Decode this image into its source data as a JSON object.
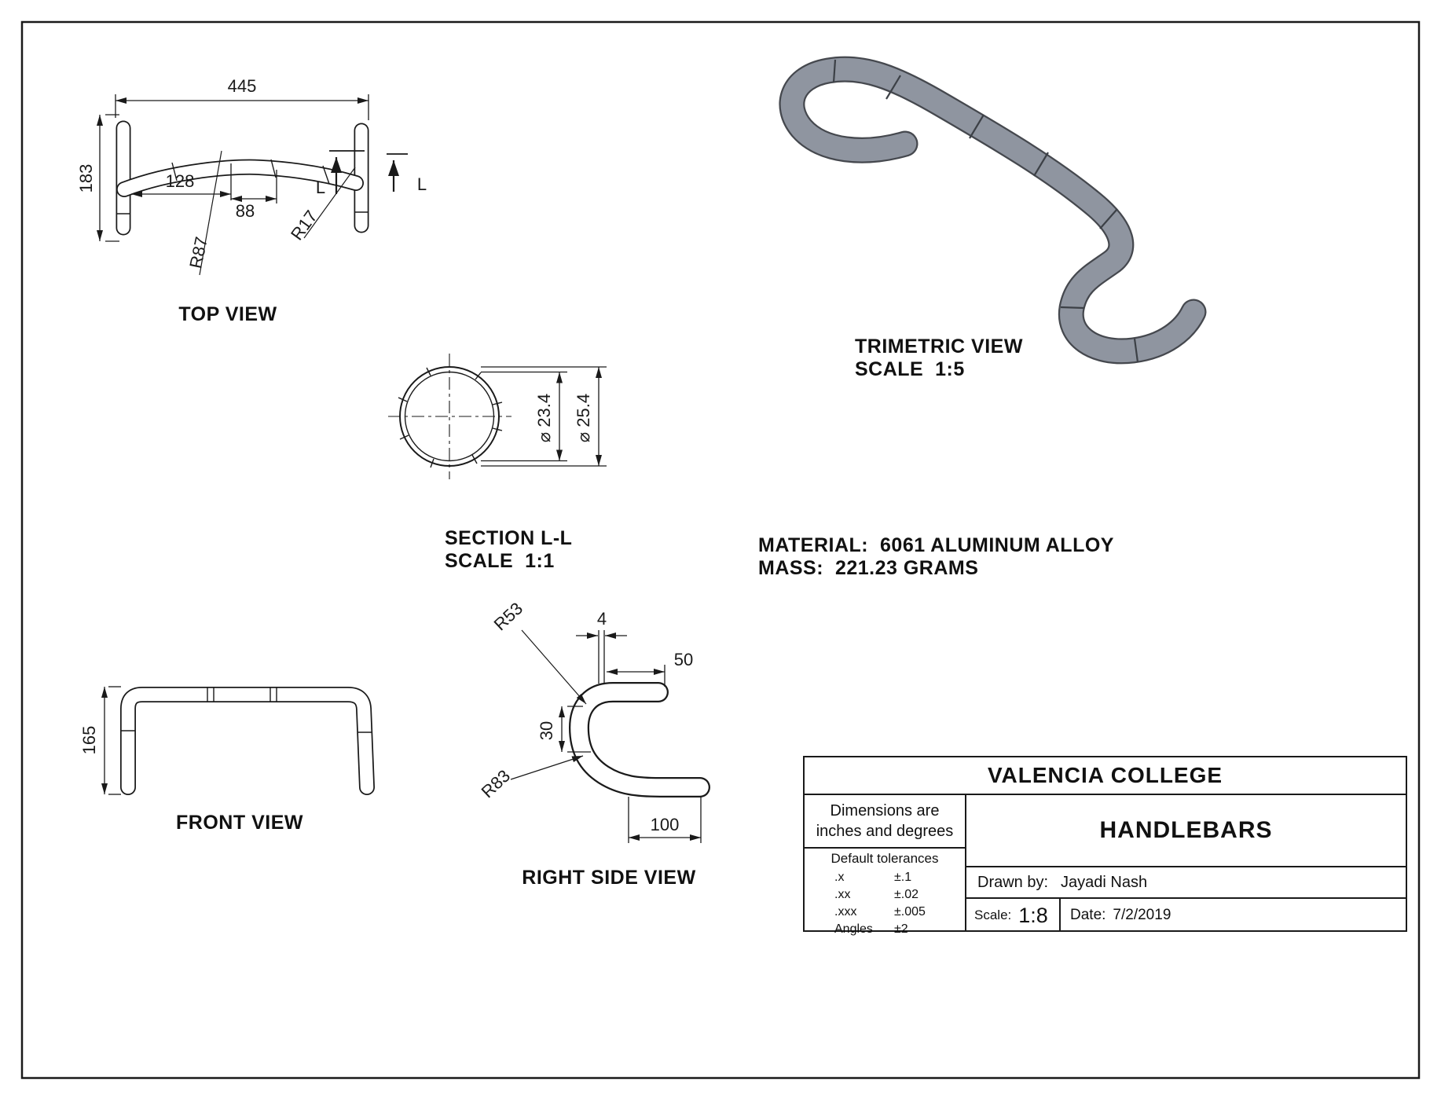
{
  "page": {
    "background": "#ffffff",
    "line_color": "#1a1a1a",
    "tube_gray": "#8f95a0"
  },
  "views": {
    "top_view": {
      "title": "TOP VIEW",
      "dim_width": "445",
      "dim_depth": "183",
      "dim_128": "128",
      "dim_88": "88",
      "radius_r87": "R87",
      "radius_r17": "R17",
      "section_arrow_label_1": "L",
      "section_arrow_label_2": "L"
    },
    "trimetric_view": {
      "title": "TRIMETRIC VIEW",
      "scale": "SCALE  1:5"
    },
    "section_view": {
      "title": "SECTION L-L",
      "scale": "SCALE  1:1",
      "dia_inner": "⌀ 23.4",
      "dia_outer": "⌀ 25.4"
    },
    "material_note": {
      "line1": "MATERIAL:  6061 ALUMINUM ALLOY",
      "line2": "MASS:  221.23 GRAMS"
    },
    "front_view": {
      "title": "FRONT VIEW",
      "dim_height": "165"
    },
    "right_side_view": {
      "title": "RIGHT SIDE VIEW",
      "radius_r53": "R53",
      "radius_r83": "R83",
      "dim_4": "4",
      "dim_50": "50",
      "dim_30": "30",
      "dim_100": "100"
    }
  },
  "title_block": {
    "company": "VALENCIA COLLEGE",
    "units_line1": "Dimensions are",
    "units_line2": "inches and degrees",
    "tolerances_header": "Default tolerances",
    "tolerances": [
      {
        "label": ".x",
        "value": "±.1"
      },
      {
        "label": ".xx",
        "value": "±.02"
      },
      {
        "label": ".xxx",
        "value": "±.005"
      },
      {
        "label": "Angles",
        "value": "±2"
      }
    ],
    "part_name": "HANDLEBARS",
    "drawn_by_label": "Drawn by:",
    "drawn_by_value": "Jayadi Nash",
    "scale_label": "Scale:",
    "scale_value": "1:8",
    "date_label": "Date:",
    "date_value": "7/2/2019"
  }
}
